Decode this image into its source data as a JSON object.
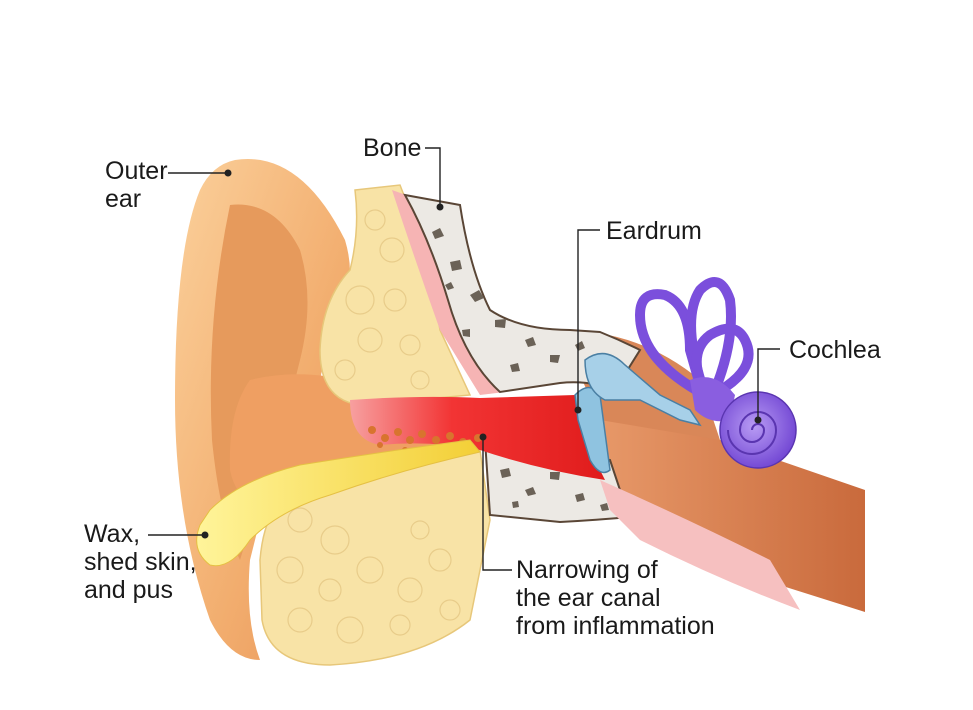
{
  "labels": {
    "outer_ear": [
      "Outer",
      "ear"
    ],
    "bone": [
      "Bone"
    ],
    "eardrum": [
      "Eardrum"
    ],
    "cochlea": [
      "Cochlea"
    ],
    "wax": [
      "Wax,",
      "shed skin,",
      "and pus"
    ],
    "narrowing": [
      "Narrowing of",
      "the ear canal",
      "from inflammation"
    ]
  },
  "colors": {
    "skin": "#f4b77a",
    "bone": "#ece9e4",
    "fat": "#f8e3a6",
    "canal": "#ee2a2a",
    "wax": "#f6dd55",
    "eardrum": "#8fc3e0",
    "cochlea": "#8a5ee0"
  }
}
